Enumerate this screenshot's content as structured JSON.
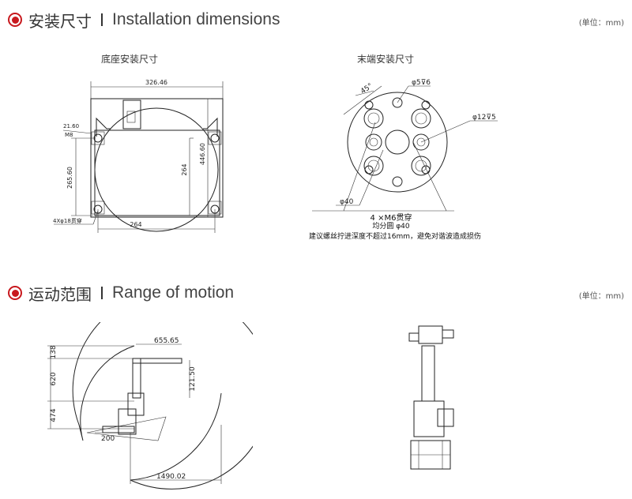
{
  "section1": {
    "title_cn": "安装尺寸",
    "title_en": "Installation dimensions",
    "unit": "(单位：mm)",
    "base": {
      "title": "底座安装尺寸",
      "dim_top": "326.46",
      "dim_2160": "21.60",
      "dim_m8": "M8",
      "dim_26560": "265.60",
      "dim_264_v": "264",
      "dim_44660": "446.60",
      "dim_holes": "4Xφ18贯穿",
      "dim_264_h": "264"
    },
    "end": {
      "title": "末端安装尺寸",
      "dim_45": "45°",
      "dim_phi5": "φ5⊽6",
      "dim_phi12": "φ12⊽5",
      "dim_phi40": "φ40",
      "line1": "4 ×M6贯穿",
      "line2": "均分圆  φ40",
      "line3": "建议螺丝拧进深度不超过16mm，避免对谐波造成损伤"
    }
  },
  "section2": {
    "title_cn": "运动范围",
    "title_en": "Range of motion",
    "unit": "(单位：mm)",
    "dims": {
      "d138": "138",
      "d620": "620",
      "d474": "474",
      "d65565": "655.65",
      "d12150": "121.50",
      "d200": "200",
      "d149002": "1490.02"
    }
  }
}
